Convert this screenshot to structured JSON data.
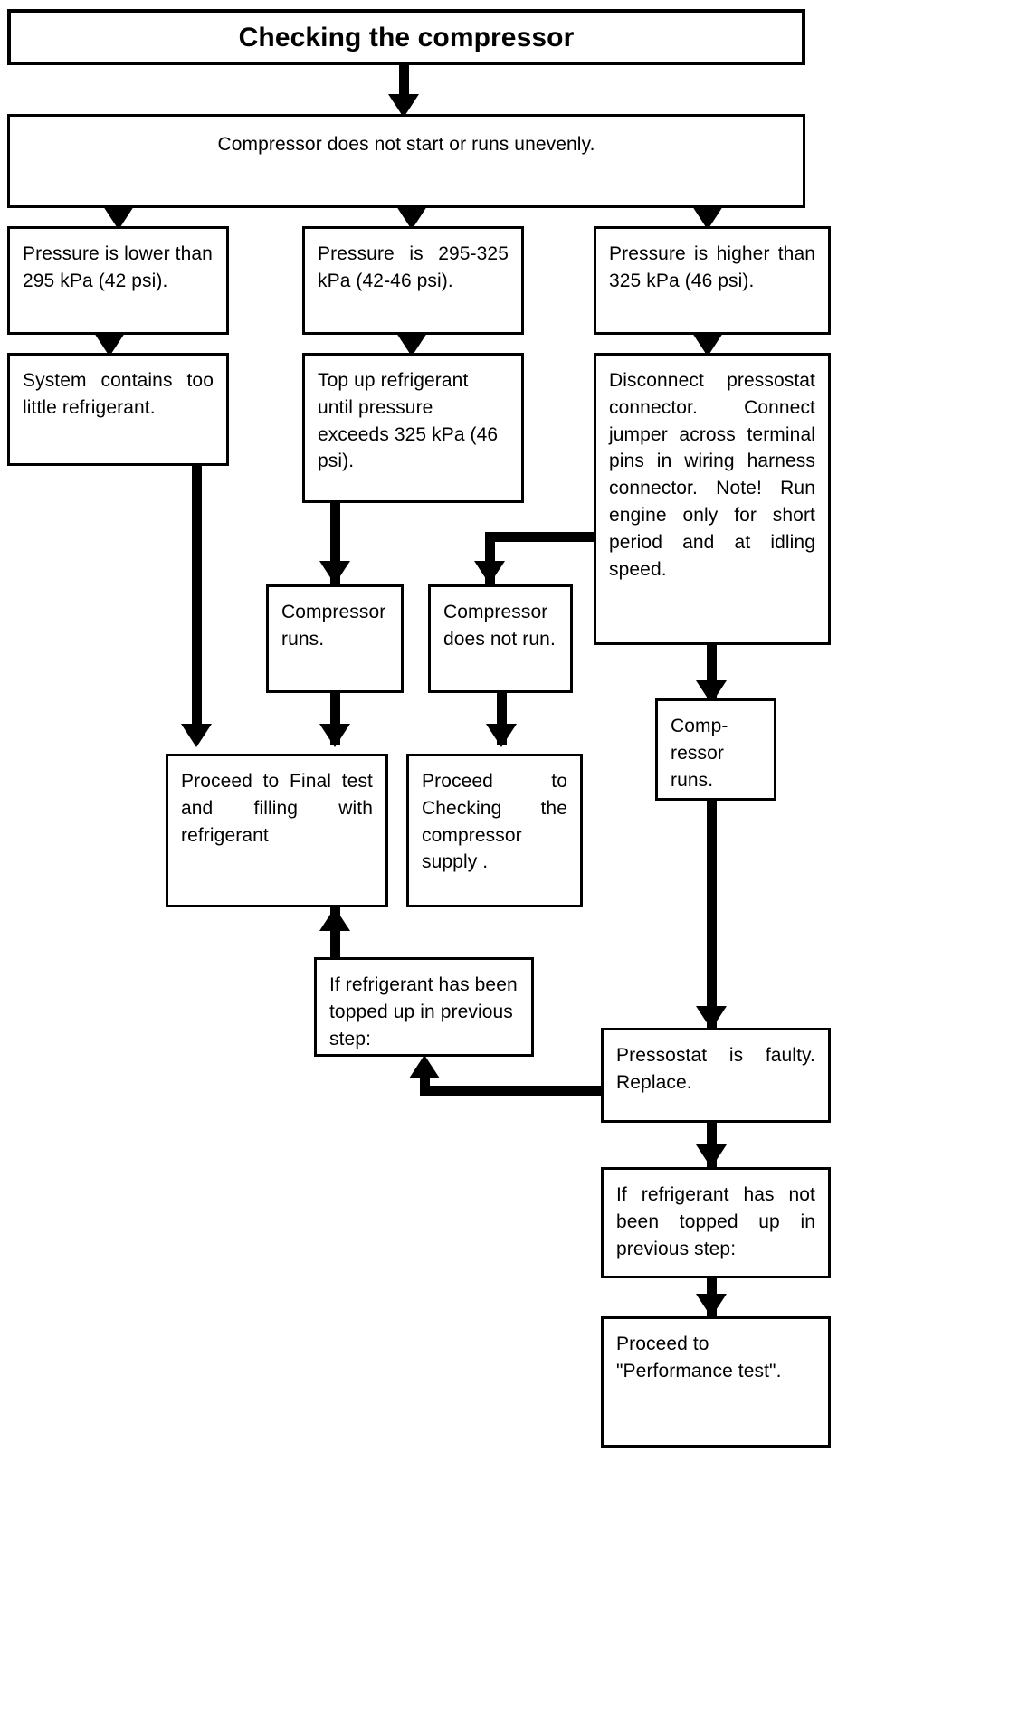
{
  "diagram": {
    "title": "Checking the compressor",
    "type": "troubleshooting-flowchart",
    "background_color": "#ffffff",
    "line_color": "#000000"
  },
  "nodes": {
    "title": "Checking the compressor",
    "symptom": "Compressor does not start or runs unevenly.",
    "branch_low": "Pressure is lower than 295 kPa (42 psi).",
    "branch_mid": "Pressure is 295-325 kPa (42-46 psi).",
    "branch_high": "Pressure is higher than 325 kPa (46 psi).",
    "low_result": "System contains too little refrigerant.",
    "mid_action": "Top up refrigerant until pressure exceeds 325 kPa (46 psi).",
    "high_action": "Disconnect pressostat connector. Connect jumper across terminal pins in wiring harness connector. Note! Run engine only for short period and at idling speed.",
    "compressor_runs": "Compressor runs.",
    "compressor_not_run": "Compressor does not run.",
    "proceed_final_test": "Proceed to Final test and filling with refrigerant",
    "proceed_checking_supply": "Proceed to Checking the compressor supply .",
    "comp_runs_right": "Comp-\nressor\nruns.",
    "if_topped_up": "If refrigerant has been topped up in previous step:",
    "pressostat_faulty": "Pressostat is faulty. Replace.",
    "if_not_topped_up": "If refrigerant has not been topped up in previous step:",
    "proceed_performance_test": "Proceed to\n\"Performance test\"."
  },
  "edges": [
    {
      "from": "title",
      "to": "symptom",
      "style": "arrow-down"
    },
    {
      "from": "symptom",
      "to": "branch_low",
      "style": "arrow-down"
    },
    {
      "from": "symptom",
      "to": "branch_mid",
      "style": "arrow-down"
    },
    {
      "from": "symptom",
      "to": "branch_high",
      "style": "arrow-down"
    },
    {
      "from": "branch_low",
      "to": "low_result",
      "style": "arrow-down"
    },
    {
      "from": "branch_mid",
      "to": "mid_action",
      "style": "arrow-down"
    },
    {
      "from": "branch_high",
      "to": "high_action",
      "style": "arrow-down"
    },
    {
      "from": "low_result",
      "to": "proceed_final_test",
      "style": "arrow-down-long"
    },
    {
      "from": "mid_action",
      "to": "compressor_runs",
      "style": "arrow-down"
    },
    {
      "from": "high_action",
      "to": "compressor_not_run",
      "style": "elbow-left-down"
    },
    {
      "from": "high_action",
      "to": "comp_runs_right",
      "style": "arrow-down"
    },
    {
      "from": "compressor_runs",
      "to": "proceed_final_test",
      "style": "arrow-down"
    },
    {
      "from": "compressor_not_run",
      "to": "proceed_checking_supply",
      "style": "arrow-down"
    },
    {
      "from": "if_topped_up",
      "to": "proceed_final_test",
      "style": "arrow-up"
    },
    {
      "from": "comp_runs_right",
      "to": "pressostat_faulty",
      "style": "arrow-down-long"
    },
    {
      "from": "pressostat_faulty",
      "to": "if_topped_up",
      "style": "elbow-left-up"
    },
    {
      "from": "pressostat_faulty",
      "to": "if_not_topped_up",
      "style": "arrow-down"
    },
    {
      "from": "if_not_topped_up",
      "to": "proceed_performance_test",
      "style": "arrow-down"
    }
  ]
}
